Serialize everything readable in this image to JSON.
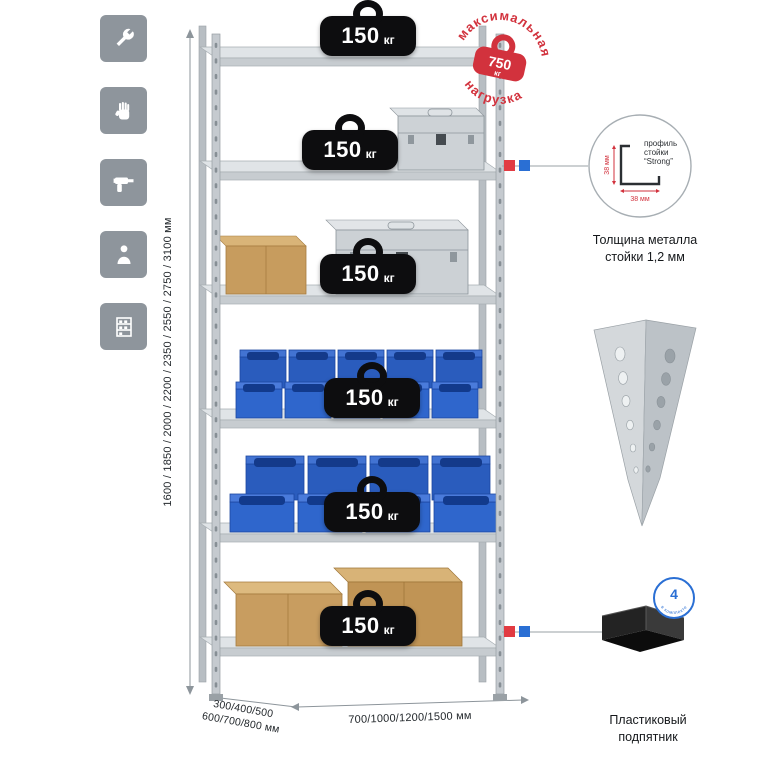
{
  "rack": {
    "load_value": "150",
    "load_unit": "кг"
  },
  "stamp": {
    "top": "максимальная",
    "bottom": "нагрузка",
    "value": "750",
    "unit": "кг"
  },
  "dimensions": {
    "height": "1600 / 1850 / 2000 / 2200 / 2350 / 2550 / 2750 / 3100 мм",
    "depth_line1": "300/400/500",
    "depth_line2": "600/700/800 мм",
    "width": "700/1000/1200/1500 мм"
  },
  "profile": {
    "line1": "профиль",
    "line2": "стойки",
    "line3": "“Strong”",
    "dim_vertical": "38 мм",
    "dim_horizontal": "38 мм",
    "caption_line1": "Толщина металла",
    "caption_line2": "стойки 1,2 мм"
  },
  "foot": {
    "badge_value": "4",
    "badge_text": "в комплекте",
    "caption_line1": "Пластиковый",
    "caption_line2": "подпятник"
  },
  "icons": [
    {
      "name": "wrench"
    },
    {
      "name": "glove"
    },
    {
      "name": "drill"
    },
    {
      "name": "person"
    },
    {
      "name": "rack"
    }
  ],
  "colors": {
    "accent_red": "#d2323d",
    "accent_blue": "#2a6fd4",
    "bin_blue": "#2f66cc",
    "box_tan": "#c89d60",
    "metal": "#c5cacf"
  }
}
